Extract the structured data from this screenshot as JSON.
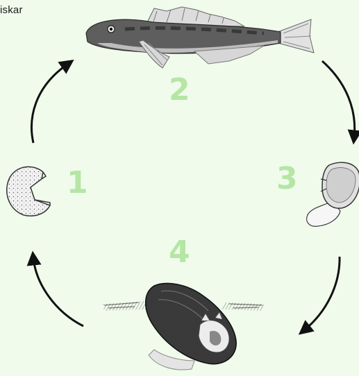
{
  "header": {
    "text": "iskar"
  },
  "steps": [
    {
      "number": "1",
      "icon": "egg-icon"
    },
    {
      "number": "2",
      "icon": "fish-icon"
    },
    {
      "number": "3",
      "icon": "larva-icon"
    },
    {
      "number": "4",
      "icon": "mussel-icon"
    }
  ],
  "colors": {
    "background": "#f0fbec",
    "step_number": "#b5e6a4",
    "arrow": "#111111"
  }
}
